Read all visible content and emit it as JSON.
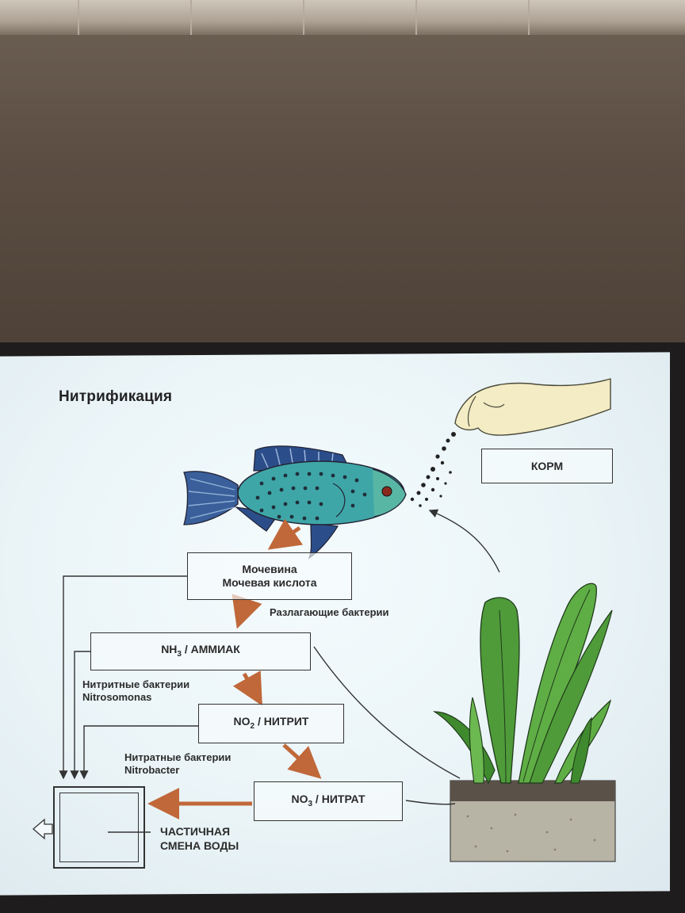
{
  "slide": {
    "title": "Нитрификация",
    "feed_box": "КОРМ",
    "urea_box": {
      "line1": "Мочевина",
      "line2": "Мочевая кислота"
    },
    "decomposing_bacteria": "Разлагающие бактерии",
    "nh3_box": {
      "formula": "NH",
      "sub": "3",
      "rest": " / АММИАК"
    },
    "nitrite_bacteria": {
      "line1": "Нитритные бактерии",
      "line2": "Nitrosomonas"
    },
    "no2_box": {
      "formula": "NO",
      "sub": "2",
      "rest": " / НИТРИТ"
    },
    "nitrate_bacteria": {
      "line1": "Нитратные бактерии",
      "line2": "Nitrobacter"
    },
    "no3_box": {
      "formula": "NO",
      "sub": "3",
      "rest": " / НИТРАТ"
    },
    "water_change": {
      "line1": "ЧАСТИЧНАЯ",
      "line2": "СМЕНА ВОДЫ"
    }
  },
  "colors": {
    "process_arrow": "#c0683a",
    "fish_body": "#3fa6a8",
    "fish_fin": "#2b4e8a",
    "plant_leaf": "#4f9b3a",
    "hand": "#f3ecc4"
  },
  "icons": [
    "fish-illustration",
    "hand-illustration",
    "plant-illustration",
    "drain-tank-icon"
  ]
}
